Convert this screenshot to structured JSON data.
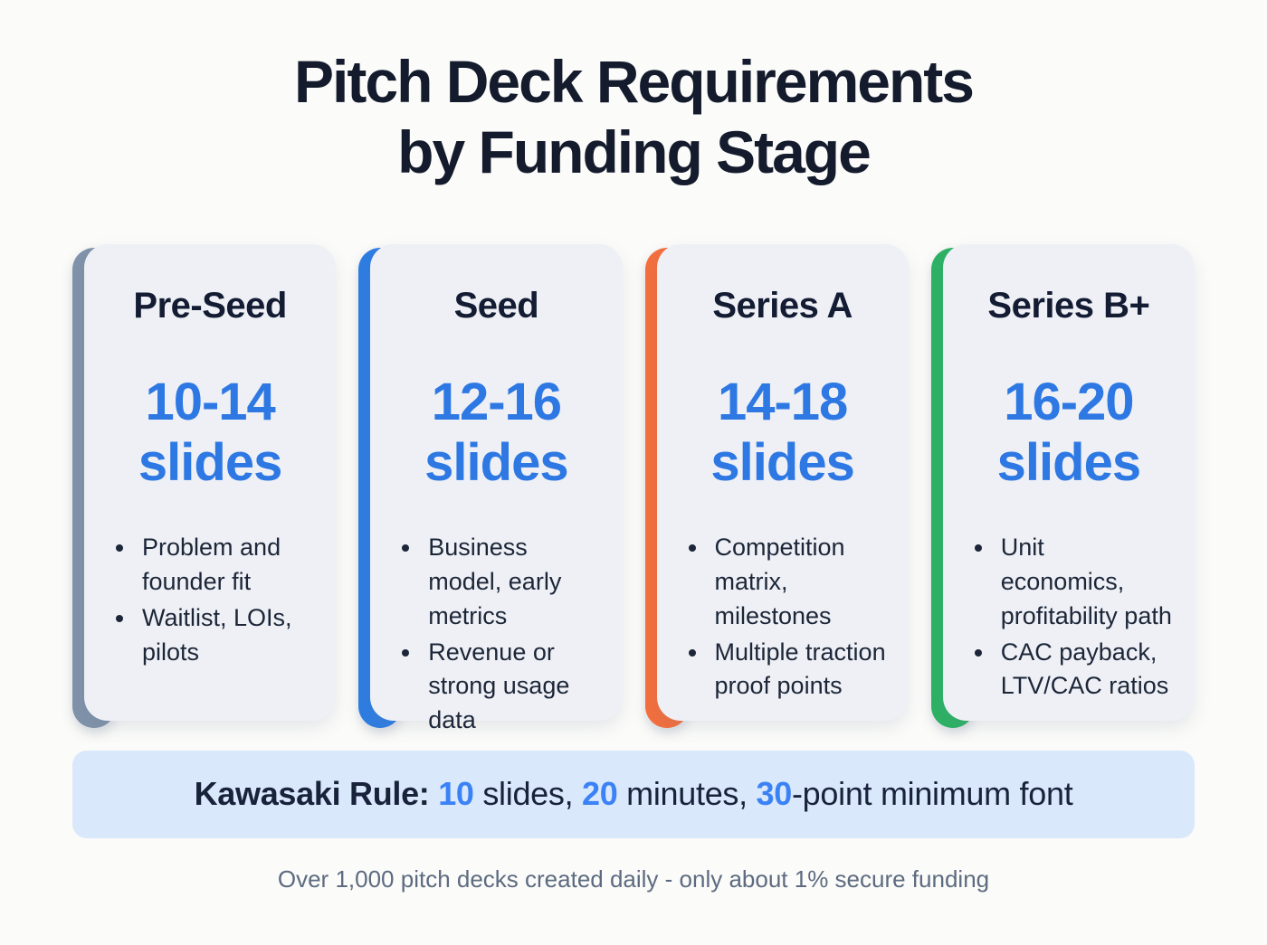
{
  "title": {
    "line1": "Pitch Deck Requirements",
    "line2": "by Funding Stage"
  },
  "chart_data": {
    "type": "table",
    "title": "Pitch Deck Requirements by Funding Stage",
    "categories": [
      "Pre-Seed",
      "Seed",
      "Series A",
      "Series B+"
    ],
    "series": [
      {
        "name": "slide_range_min",
        "values": [
          10,
          12,
          14,
          16
        ]
      },
      {
        "name": "slide_range_max",
        "values": [
          14,
          16,
          18,
          20
        ]
      }
    ],
    "annotations": [
      "Kawasaki Rule: 10 slides, 20 minutes, 30-point minimum font",
      "Over 1,000 pitch decks created daily - only about 1% secure funding"
    ]
  },
  "colors": {
    "blue_text": "#2e78e4",
    "banner_blue": "#3b82f6",
    "dark_navy": "#131c33",
    "card_bg": "#eef0f5",
    "banner_bg": "#d9e8fb"
  },
  "cards": [
    {
      "stage": "Pre-Seed",
      "range": "10-14",
      "slides_label": "slides",
      "accent": "#8093aa",
      "bullets": [
        "Problem and founder fit",
        "Waitlist, LOIs, pilots"
      ]
    },
    {
      "stage": "Seed",
      "range": "12-16",
      "slides_label": "slides",
      "accent": "#2e7de2",
      "bullets": [
        "Business model, early metrics",
        "Revenue or strong usage data"
      ]
    },
    {
      "stage": "Series A",
      "range": "14-18",
      "slides_label": "slides",
      "accent": "#f46f3d",
      "bullets": [
        "Competition matrix, milestones",
        "Multiple traction proof points"
      ]
    },
    {
      "stage": "Series B+",
      "range": "16-20",
      "slides_label": "slides",
      "accent": "#2db264",
      "bullets": [
        "Unit economics, profitability path",
        "CAC payback, LTV/CAC ratios"
      ]
    }
  ],
  "banner": {
    "segments": {
      "rule_label": "Kawasaki Rule: ",
      "num_slides": "10",
      "slides_text": " slides, ",
      "num_minutes": "20",
      "minutes_text": " minutes, ",
      "num_font": "30",
      "font_text": "-point minimum font"
    }
  },
  "footer": {
    "text": "Over 1,000 pitch decks created daily - only about 1% secure funding"
  }
}
